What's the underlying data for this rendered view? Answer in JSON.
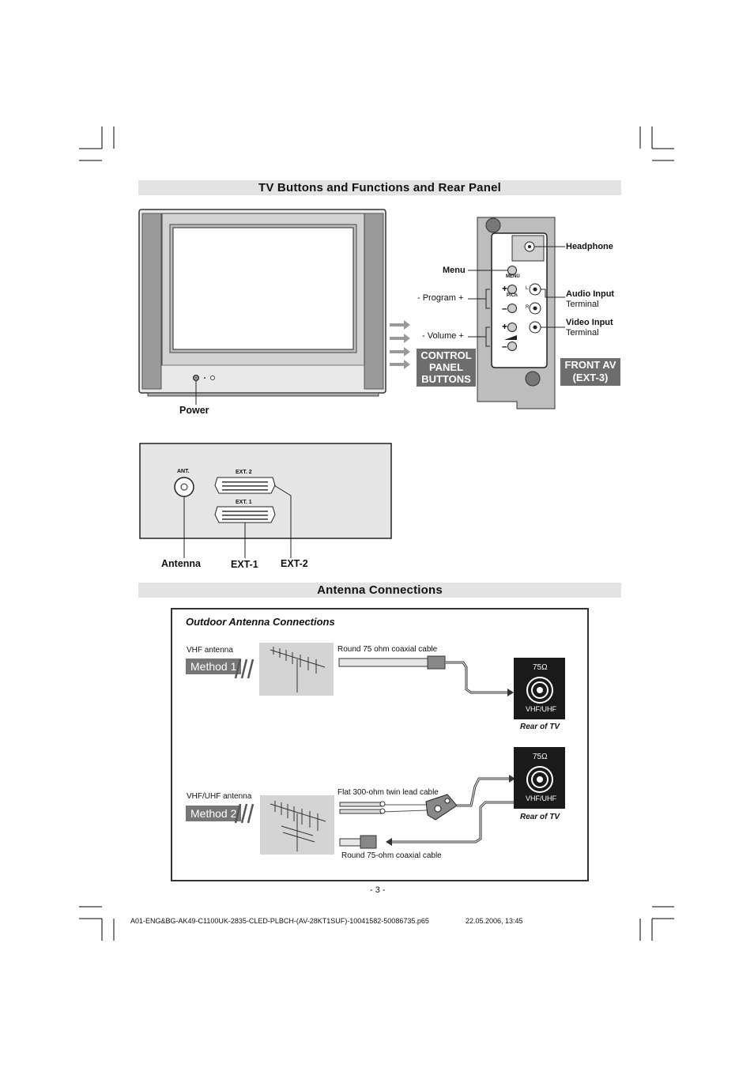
{
  "sections": {
    "top_title": "TV Buttons and Functions and Rear Panel",
    "antenna_title": "Antenna Connections"
  },
  "tv_front": {
    "power_label": "Power",
    "control_panel_label": [
      "CONTROL",
      "PANEL",
      "BUTTONS"
    ]
  },
  "side_panel": {
    "headphone": "Headphone",
    "menu": "Menu",
    "menu_small": "MENU",
    "program": "- Program +",
    "pch_small": "P/Ch",
    "volume": "- Volume +",
    "audio_input": [
      "Audio Input",
      "Terminal"
    ],
    "video_input": [
      "Video Input",
      "Terminal"
    ],
    "l_small": "L",
    "r_small": "R",
    "front_av": [
      "FRONT AV",
      "(EXT-3)"
    ]
  },
  "rear_panel": {
    "ant_small": "ANT.",
    "ext2_small": "EXT. 2",
    "ext1_small": "EXT. 1",
    "antenna_label": "Antenna",
    "ext1_label": "EXT-1",
    "ext2_label": "EXT-2"
  },
  "antenna_box": {
    "heading": "Outdoor Antenna Connections",
    "method1": {
      "antenna": "VHF antenna",
      "label": "Method 1",
      "cable": "Round 75 ohm coaxial cable"
    },
    "method2": {
      "antenna": "VHF/UHF antenna",
      "label": "Method 2",
      "cable_flat": "Flat 300-ohm twin lead cable",
      "cable_round": "Round 75-ohm coaxial cable"
    },
    "socket_ohm": "75Ω",
    "socket_band": "VHF/UHF",
    "rear_of_tv": "Rear of TV"
  },
  "page_number": "- 3 -",
  "footer": {
    "file": "A01-ENG&BG-AK49-C1100UK-2835-CLED-PLBCH-(AV-28KT1SUF)-10041582-50086735.p65",
    "date": "22.05.2006, 13:45"
  }
}
